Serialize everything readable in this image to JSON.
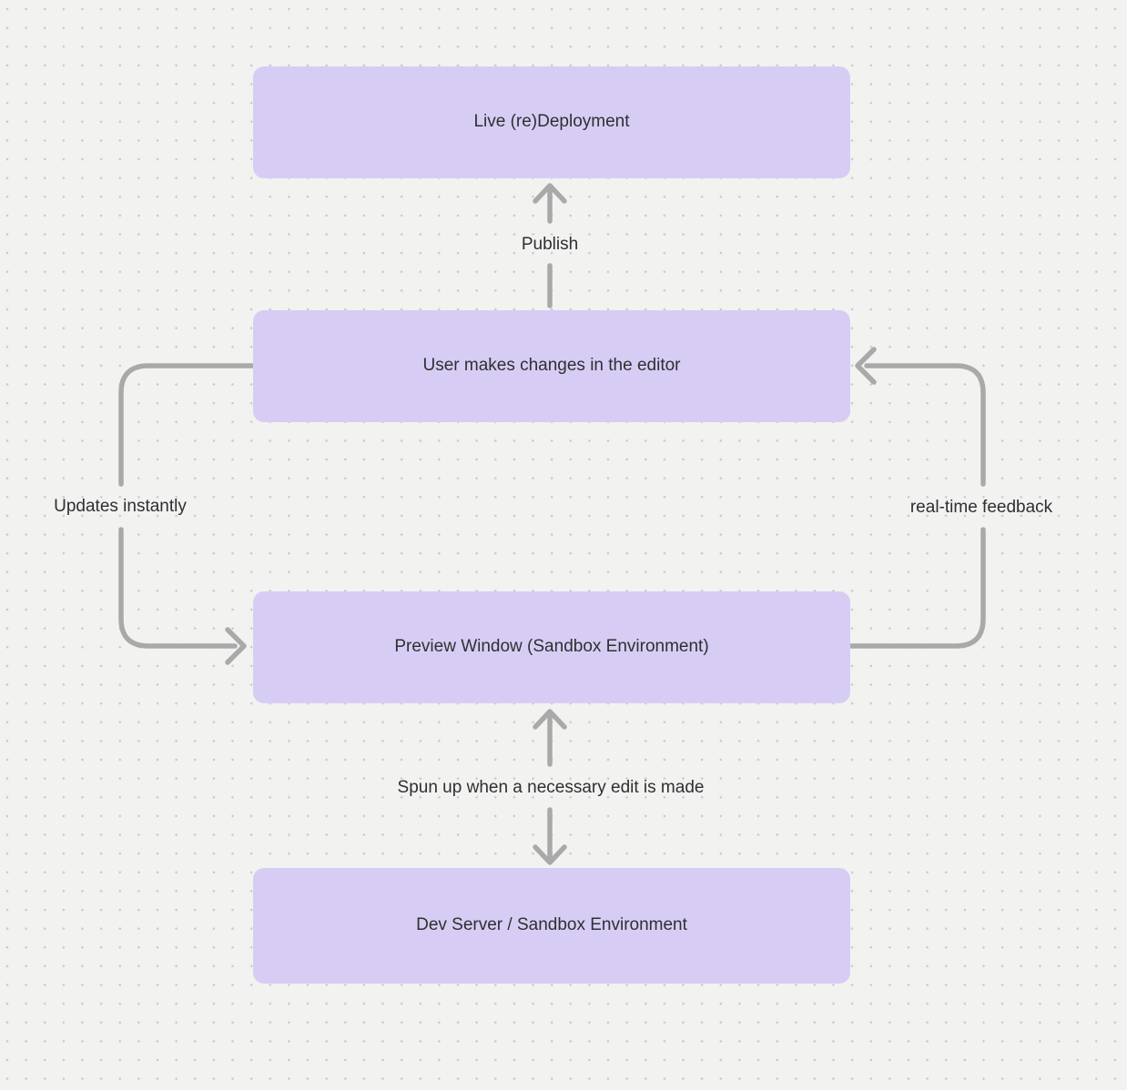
{
  "diagram": {
    "nodes": [
      {
        "id": "live-redeployment",
        "label": "Live (re)Deployment"
      },
      {
        "id": "user-editor",
        "label": "User makes changes in the editor"
      },
      {
        "id": "preview-window",
        "label": "Preview Window (Sandbox Environment)"
      },
      {
        "id": "dev-server",
        "label": "Dev Server / Sandbox Environment"
      }
    ],
    "edges": [
      {
        "id": "publish",
        "label": "Publish",
        "from": "user-editor",
        "to": "live-redeployment",
        "direction": "up"
      },
      {
        "id": "updates-instantly",
        "label": "Updates instantly",
        "from": "user-editor",
        "to": "preview-window",
        "direction": "down-left-loop"
      },
      {
        "id": "realtime-feedback",
        "label": "real-time feedback",
        "from": "preview-window",
        "to": "user-editor",
        "direction": "up-right-loop"
      },
      {
        "id": "spun-up",
        "label": "Spun up when a necessary edit is made",
        "from": "preview-window",
        "to": "dev-server",
        "direction": "bidirectional"
      }
    ],
    "colors": {
      "background": "#f2f2f1",
      "grid_dot": "#c9c9c9",
      "node_fill": "#d7cdf4",
      "edge_stroke": "#a9a9a9",
      "text": "#2f2f31"
    }
  }
}
